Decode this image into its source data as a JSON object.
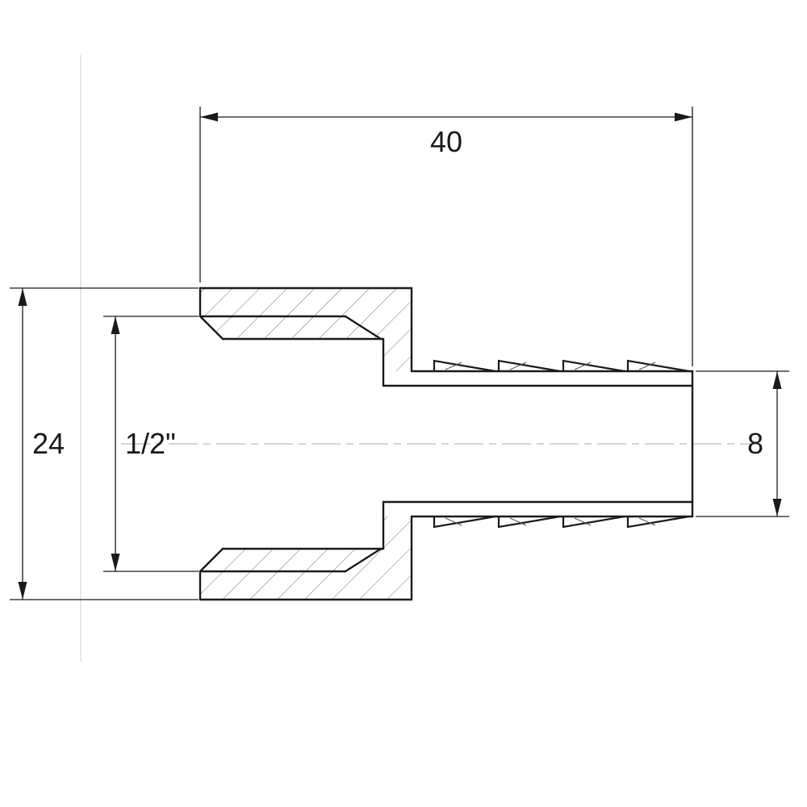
{
  "drawing": {
    "title": "hose-barb-fitting-section",
    "dims": {
      "length": "40",
      "across": "24",
      "thread": "1/2\"",
      "barb": "8"
    },
    "colors": {
      "outline": "#1a1a1a",
      "dimension": "#1a1a1a",
      "construction": "#d2d2d2",
      "centerline": "#b8b8b8",
      "hatch": "#6e6e6e"
    }
  }
}
